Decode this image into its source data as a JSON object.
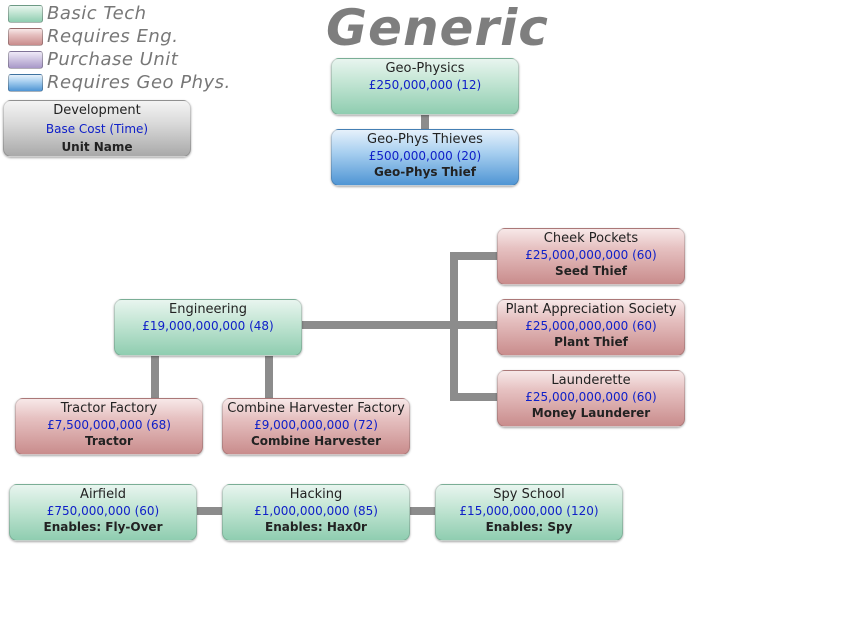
{
  "title": "Generic",
  "legend": [
    {
      "label": "Basic Tech",
      "color": "#8fcdb0"
    },
    {
      "label": "Requires Eng.",
      "color": "#c98c8c"
    },
    {
      "label": "Purchase Unit",
      "color": "#a898c8"
    },
    {
      "label": "Requires Geo Phys.",
      "color": "#4f95d4"
    }
  ],
  "key": {
    "title": "Development",
    "cost": "Base Cost (Time)",
    "unit": "Unit Name"
  },
  "nodes": {
    "geo_physics": {
      "title": "Geo-Physics",
      "cost": "£250,000,000 (12)"
    },
    "geo_phys_thieves": {
      "title": "Geo-Phys Thieves",
      "cost": "£500,000,000 (20)",
      "unit": "Geo-Phys Thief"
    },
    "cheek_pockets": {
      "title": "Cheek Pockets",
      "cost": "£25,000,000,000 (60)",
      "unit": "Seed Thief"
    },
    "plant_appreciation": {
      "title": "Plant Appreciation Society",
      "cost": "£25,000,000,000 (60)",
      "unit": "Plant Thief"
    },
    "launderette": {
      "title": "Launderette",
      "cost": "£25,000,000,000 (60)",
      "unit": "Money Launderer"
    },
    "engineering": {
      "title": "Engineering",
      "cost": "£19,000,000,000 (48)"
    },
    "tractor_factory": {
      "title": "Tractor Factory",
      "cost": "£7,500,000,000 (68)",
      "unit": "Tractor"
    },
    "combine_factory": {
      "title": "Combine Harvester Factory",
      "cost": "£9,000,000,000 (72)",
      "unit": "Combine Harvester"
    },
    "airfield": {
      "title": "Airfield",
      "cost": "£750,000,000 (60)",
      "unit": "Enables: Fly-Over"
    },
    "hacking": {
      "title": "Hacking",
      "cost": "£1,000,000,000 (85)",
      "unit": "Enables: Hax0r"
    },
    "spy_school": {
      "title": "Spy School",
      "cost": "£15,000,000,000 (120)",
      "unit": "Enables: Spy"
    }
  }
}
